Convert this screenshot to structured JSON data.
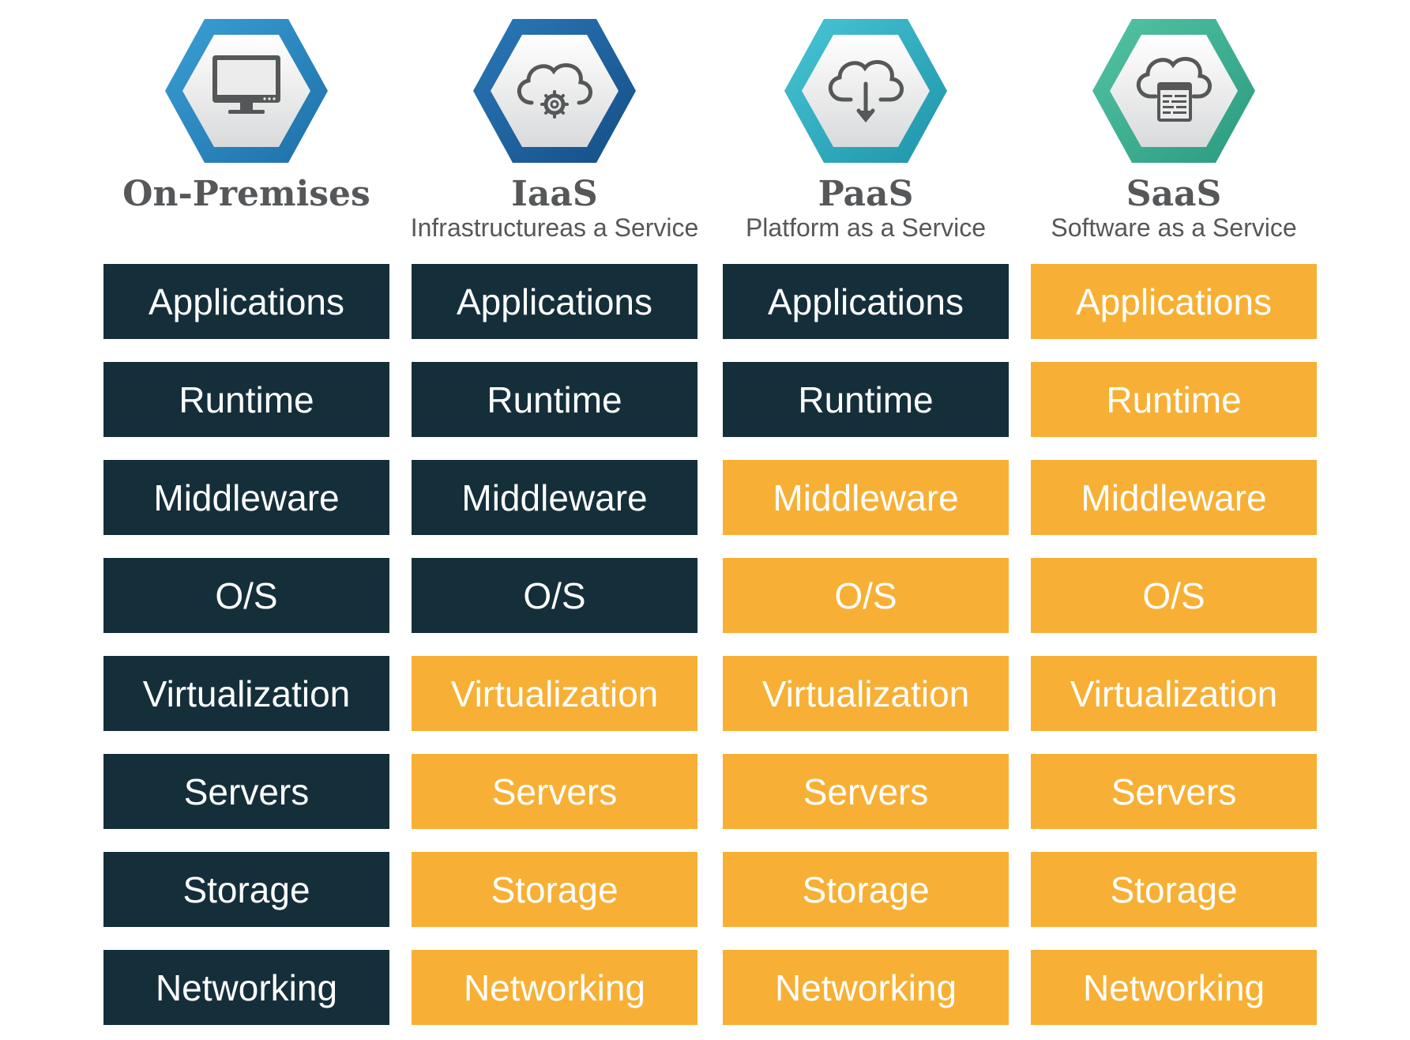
{
  "colors": {
    "you_manage": "#152f3a",
    "vendor_manages": "#f7b035",
    "title_text": "#555759"
  },
  "columns": [
    {
      "title": "On-Premises",
      "subtitle": "",
      "icon": "monitor-icon",
      "hex_colors": [
        "#1e6fa8",
        "#3aa0d4"
      ],
      "layers": [
        {
          "label": "Applications",
          "managed_by": "you"
        },
        {
          "label": "Runtime",
          "managed_by": "you"
        },
        {
          "label": "Middleware",
          "managed_by": "you"
        },
        {
          "label": "O/S",
          "managed_by": "you"
        },
        {
          "label": "Virtualization",
          "managed_by": "you"
        },
        {
          "label": "Servers",
          "managed_by": "you"
        },
        {
          "label": "Storage",
          "managed_by": "you"
        },
        {
          "label": "Networking",
          "managed_by": "you"
        }
      ]
    },
    {
      "title": "IaaS",
      "subtitle": "Infrastructureas a Service",
      "icon": "cloud-gear-icon",
      "hex_colors": [
        "#154e86",
        "#2a79b8"
      ],
      "layers": [
        {
          "label": "Applications",
          "managed_by": "you"
        },
        {
          "label": "Runtime",
          "managed_by": "you"
        },
        {
          "label": "Middleware",
          "managed_by": "you"
        },
        {
          "label": "O/S",
          "managed_by": "you"
        },
        {
          "label": "Virtualization",
          "managed_by": "vendor"
        },
        {
          "label": "Servers",
          "managed_by": "vendor"
        },
        {
          "label": "Storage",
          "managed_by": "vendor"
        },
        {
          "label": "Networking",
          "managed_by": "vendor"
        }
      ]
    },
    {
      "title": "PaaS",
      "subtitle": "Platform as a Service",
      "icon": "cloud-download-icon",
      "hex_colors": [
        "#1e93a8",
        "#48c6d6"
      ],
      "layers": [
        {
          "label": "Applications",
          "managed_by": "you"
        },
        {
          "label": "Runtime",
          "managed_by": "you"
        },
        {
          "label": "Middleware",
          "managed_by": "vendor"
        },
        {
          "label": "O/S",
          "managed_by": "vendor"
        },
        {
          "label": "Virtualization",
          "managed_by": "vendor"
        },
        {
          "label": "Servers",
          "managed_by": "vendor"
        },
        {
          "label": "Storage",
          "managed_by": "vendor"
        },
        {
          "label": "Networking",
          "managed_by": "vendor"
        }
      ]
    },
    {
      "title": "SaaS",
      "subtitle": "Software as a Service",
      "icon": "cloud-window-icon",
      "hex_colors": [
        "#2a9a80",
        "#55c4a4"
      ],
      "layers": [
        {
          "label": "Applications",
          "managed_by": "vendor"
        },
        {
          "label": "Runtime",
          "managed_by": "vendor"
        },
        {
          "label": "Middleware",
          "managed_by": "vendor"
        },
        {
          "label": "O/S",
          "managed_by": "vendor"
        },
        {
          "label": "Virtualization",
          "managed_by": "vendor"
        },
        {
          "label": "Servers",
          "managed_by": "vendor"
        },
        {
          "label": "Storage",
          "managed_by": "vendor"
        },
        {
          "label": "Networking",
          "managed_by": "vendor"
        }
      ]
    }
  ]
}
